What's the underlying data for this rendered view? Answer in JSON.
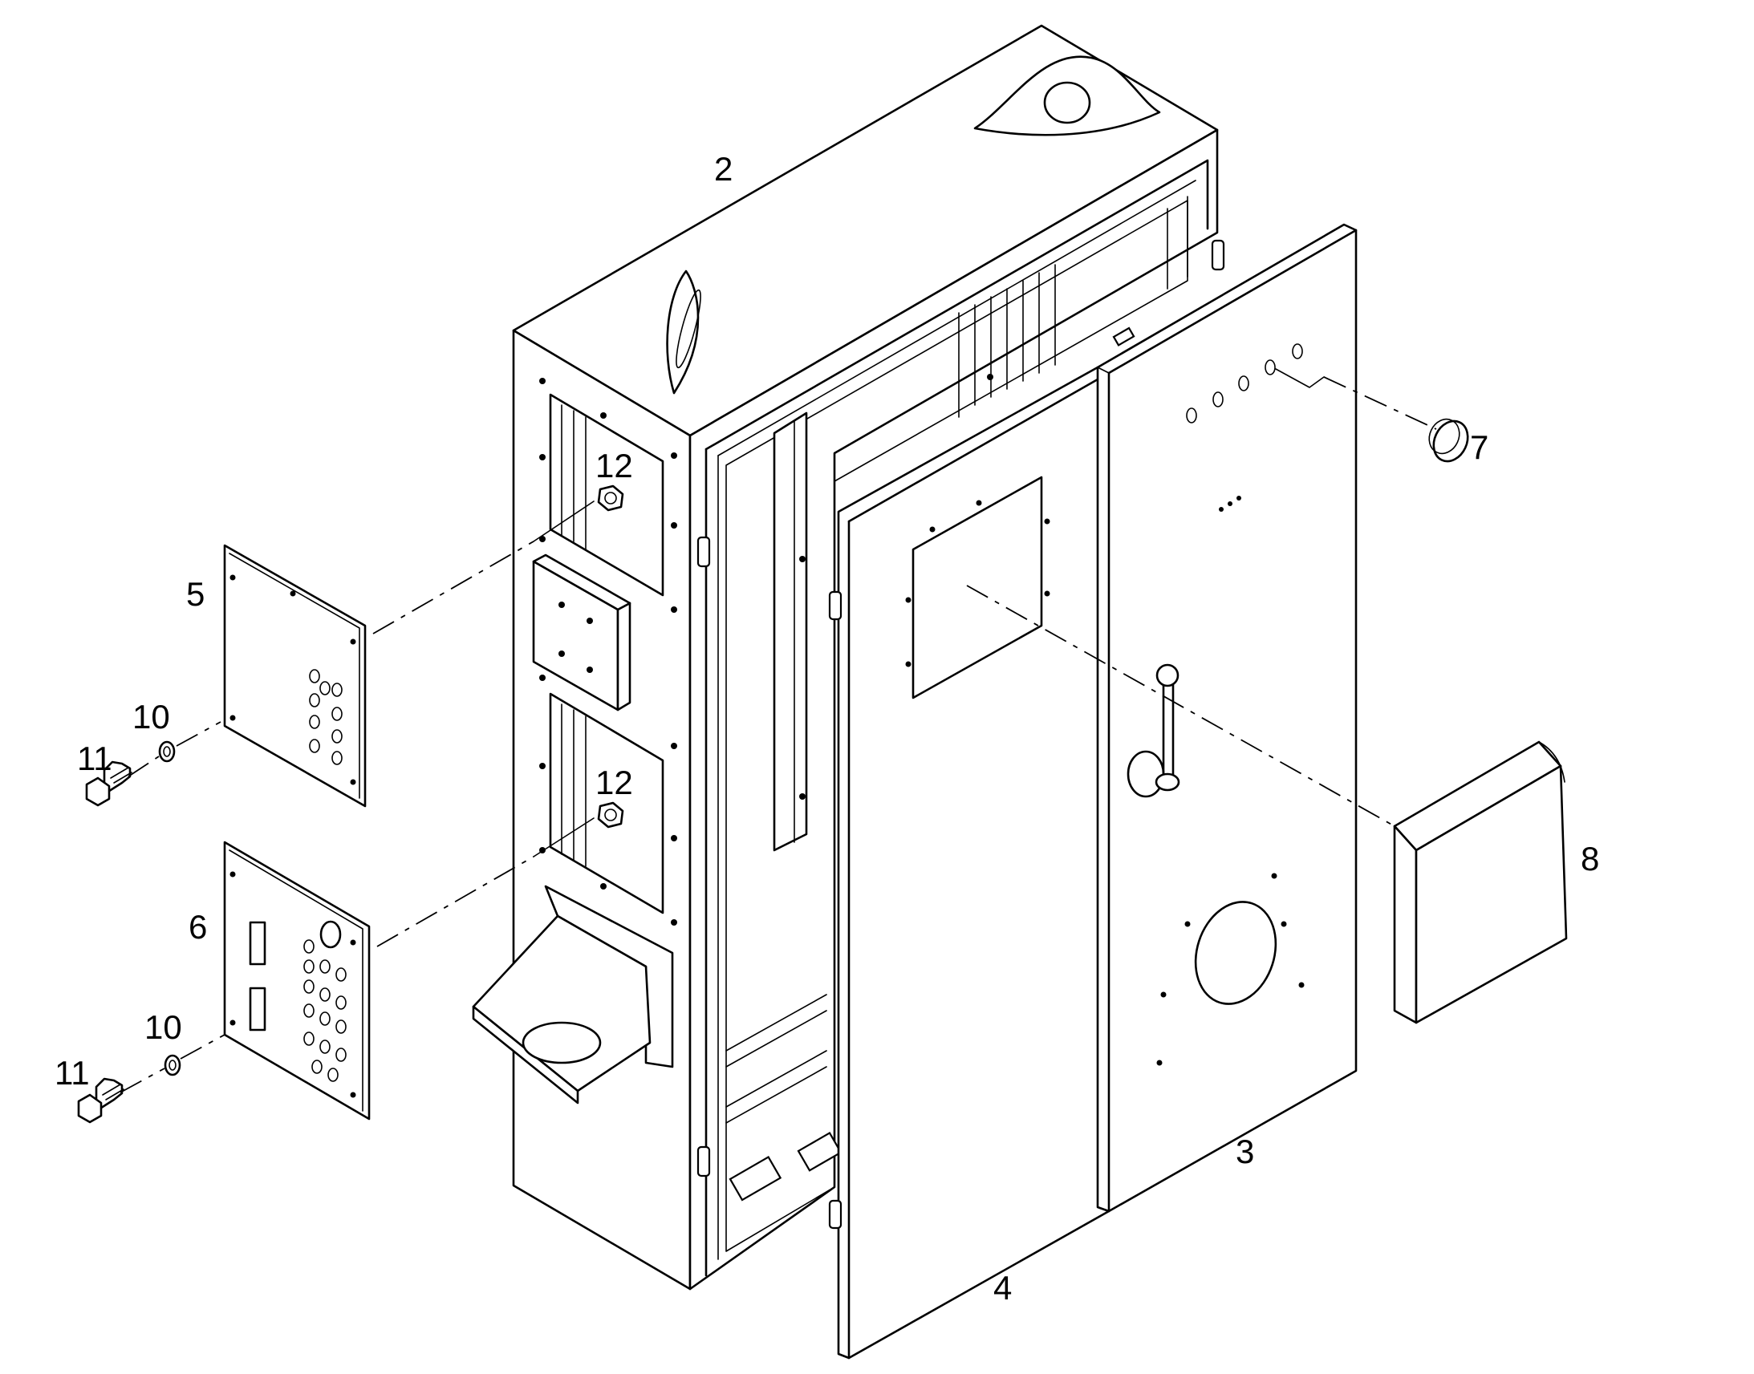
{
  "callouts": {
    "c2": "2",
    "c3": "3",
    "c4": "4",
    "c5": "5",
    "c6": "6",
    "c7": "7",
    "c8": "8",
    "c10a": "10",
    "c10b": "10",
    "c11a": "11",
    "c11b": "11",
    "c12a": "12",
    "c12b": "12"
  }
}
